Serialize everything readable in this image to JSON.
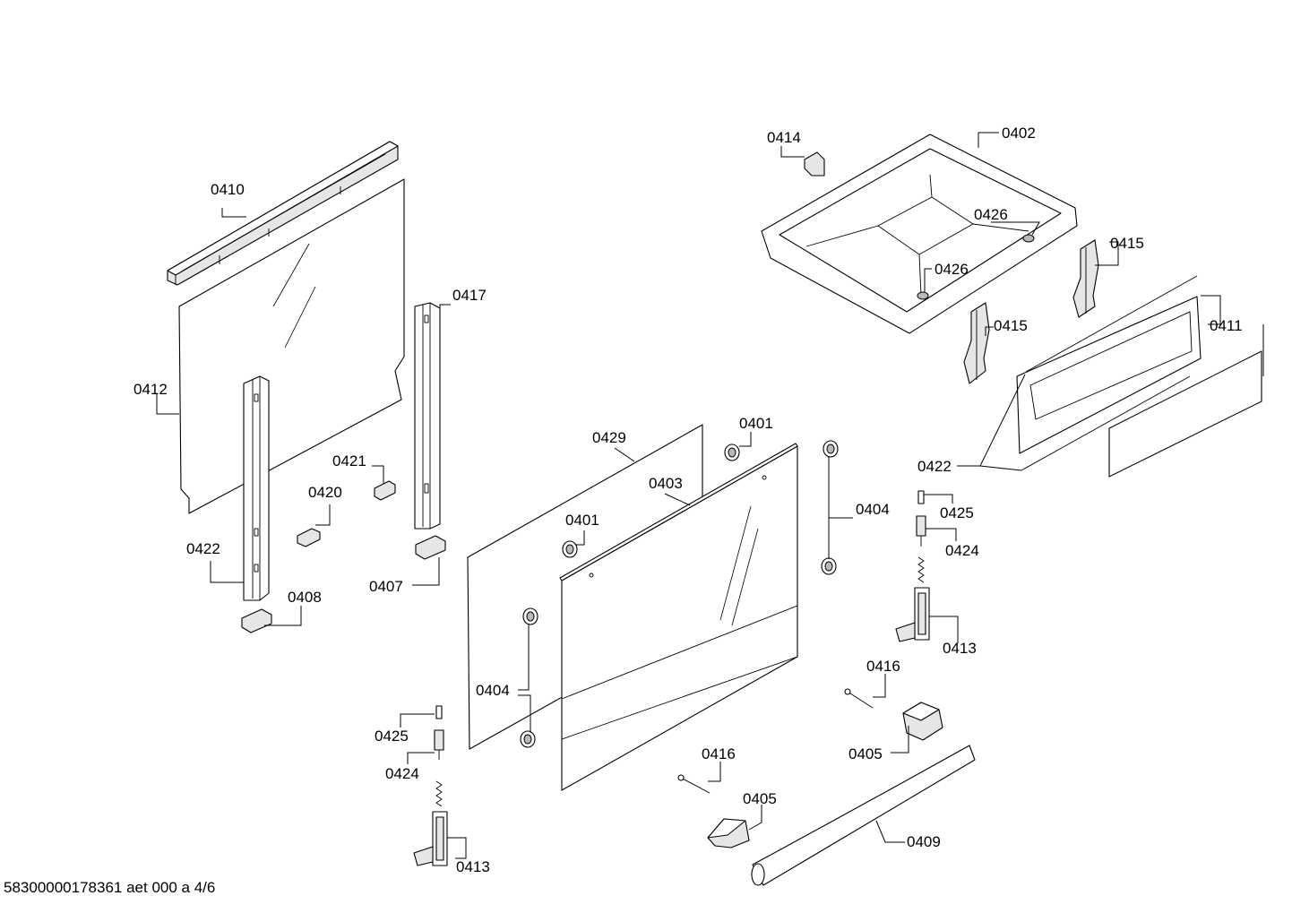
{
  "footer": "58300000178361 aet 000 a 4/6",
  "labels": {
    "0410": "0410",
    "0412": "0412",
    "0417": "0417",
    "0421": "0421",
    "0420": "0420",
    "0422a": "0422",
    "0408": "0408",
    "0407": "0407",
    "0429": "0429",
    "0401a": "0401",
    "0401b": "0401",
    "0403": "0403",
    "0404a": "0404",
    "0404b": "0404",
    "0425a": "0425",
    "0424a": "0424",
    "0413a": "0413",
    "0414": "0414",
    "0402": "0402",
    "0426a": "0426",
    "0426b": "0426",
    "0415a": "0415",
    "0415b": "0415",
    "0411": "0411",
    "0422b": "0422",
    "0425b": "0425",
    "0424b": "0424",
    "0413b": "0413",
    "0416a": "0416",
    "0416b": "0416",
    "0405a": "0405",
    "0405b": "0405",
    "0409": "0409"
  }
}
